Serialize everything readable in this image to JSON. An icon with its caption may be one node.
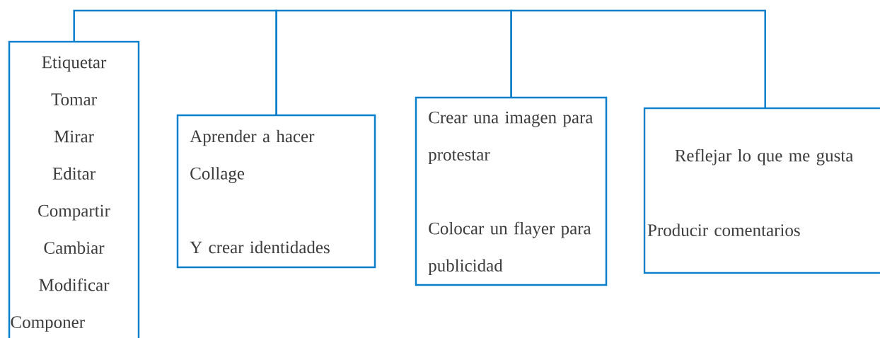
{
  "diagram": {
    "nodes": [
      {
        "text": [
          "Etiquetar",
          "Tomar",
          "Mirar",
          "Editar",
          "Compartir",
          "Cambiar",
          "Modificar",
          "Componer"
        ]
      },
      {
        "text": [
          "Aprender a hacer Collage",
          "Y crear identidades"
        ]
      },
      {
        "text": [
          "Crear una imagen para protestar",
          "Colocar un flayer para publicidad"
        ]
      },
      {
        "text": [
          "Reflejar lo que me gusta",
          "Producir comentarios"
        ]
      }
    ],
    "edges": [
      {
        "from": 0,
        "to": 1,
        "arrow": "none"
      },
      {
        "from": 1,
        "to": 2,
        "arrow": "none"
      },
      {
        "from": 2,
        "to": 3,
        "arrow": "none"
      }
    ]
  }
}
